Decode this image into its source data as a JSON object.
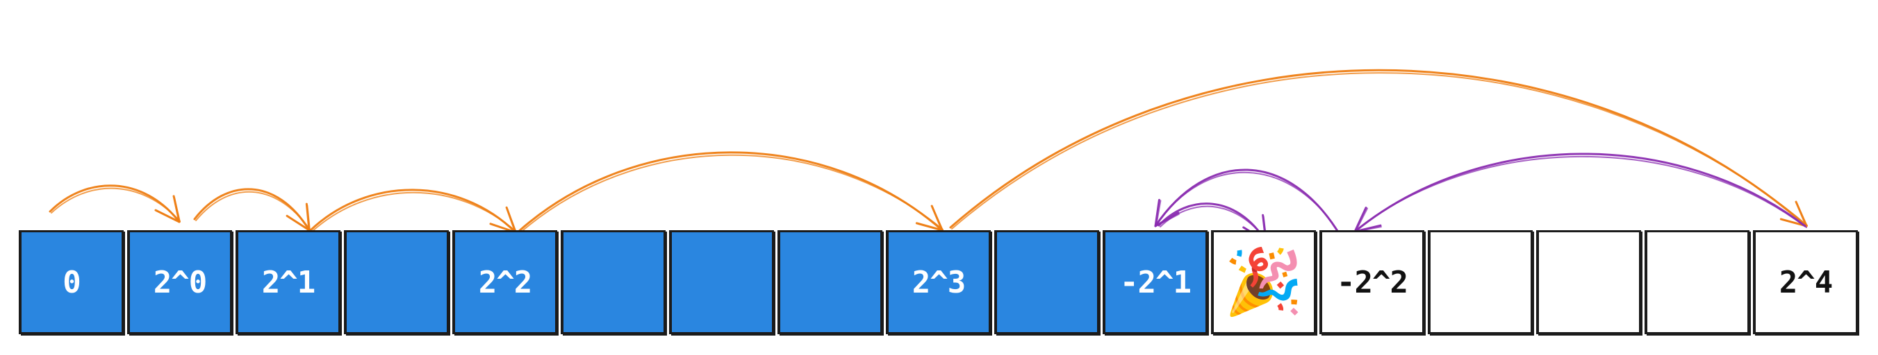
{
  "colors": {
    "filled": "#2a86e0",
    "empty": "#ffffff",
    "outline": "#1b1b1b",
    "forward_arrow": "#ee7d12",
    "backward_arrow": "#8a2cb0"
  },
  "cells": [
    {
      "label": "0",
      "filled": true
    },
    {
      "label": "2^0",
      "filled": true
    },
    {
      "label": "2^1",
      "filled": true
    },
    {
      "label": "",
      "filled": true
    },
    {
      "label": "2^2",
      "filled": true
    },
    {
      "label": "",
      "filled": true
    },
    {
      "label": "",
      "filled": true
    },
    {
      "label": "",
      "filled": true
    },
    {
      "label": "2^3",
      "filled": true
    },
    {
      "label": "",
      "filled": true
    },
    {
      "label": "-2^1",
      "filled": true
    },
    {
      "label": "🎉",
      "filled": false,
      "icon": "party-popper-icon"
    },
    {
      "label": "-2^2",
      "filled": false
    },
    {
      "label": "",
      "filled": false
    },
    {
      "label": "",
      "filled": false
    },
    {
      "label": "",
      "filled": false
    },
    {
      "label": "2^4",
      "filled": false
    }
  ],
  "jumps": [
    {
      "from": 0,
      "to": 1,
      "color": "forward_arrow"
    },
    {
      "from": 1,
      "to": 2,
      "color": "forward_arrow"
    },
    {
      "from": 2,
      "to": 4,
      "color": "forward_arrow"
    },
    {
      "from": 4,
      "to": 8,
      "color": "forward_arrow"
    },
    {
      "from": 8,
      "to": 16,
      "color": "forward_arrow"
    },
    {
      "from": 16,
      "to": 12,
      "color": "backward_arrow"
    },
    {
      "from": 12,
      "to": 10,
      "color": "backward_arrow"
    },
    {
      "from": 10,
      "to": 11,
      "color": "backward_arrow"
    }
  ]
}
